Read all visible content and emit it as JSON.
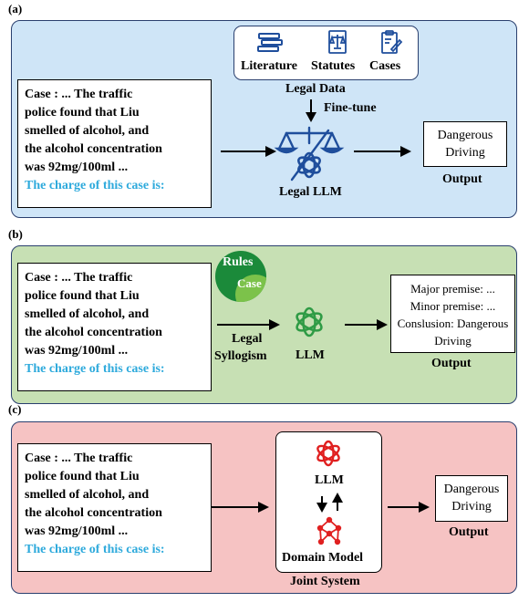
{
  "panels": {
    "a": {
      "label": "(a)",
      "case_lines": [
        "Case : ... The traffic",
        "police found that Liu",
        "smelled of alcohol, and",
        "the alcohol concentration",
        "was 92mg/100ml ..."
      ],
      "question": "The charge of  this case is:",
      "data_items": [
        "Literature",
        "Statutes",
        "Cases"
      ],
      "legal_data_label": "Legal Data",
      "finetune_label": "Fine-tune",
      "model_label": "Legal LLM",
      "output_lines": [
        "Dangerous",
        "Driving"
      ],
      "output_label": "Output"
    },
    "b": {
      "label": "(b)",
      "case_lines": [
        "Case : ... The traffic",
        "police found that Liu",
        "smelled of alcohol, and",
        "the alcohol concentration",
        "was 92mg/100ml ..."
      ],
      "question": "The charge of  this case is:",
      "rules_label": "Rules",
      "case_label": "Case",
      "syllogism_lines": [
        "Legal",
        "Syllogism"
      ],
      "model_label": "LLM",
      "output_lines": [
        "Major premise: ...",
        "Minor premise: ...",
        "Conslusion: Dangerous",
        "Driving"
      ],
      "output_label": "Output"
    },
    "c": {
      "label": "(c)",
      "case_lines": [
        "Case : ... The traffic",
        "police found that Liu",
        "smelled of alcohol, and",
        "the alcohol concentration",
        "was 92mg/100ml ..."
      ],
      "question": "The charge of  this case is:",
      "llm_label": "LLM",
      "domain_label": "Domain Model",
      "system_label": "Joint System",
      "output_lines": [
        "Dangerous",
        "Driving"
      ],
      "output_label": "Output"
    }
  },
  "colors": {
    "panel_a_bg": "#cfe5f7",
    "panel_b_bg": "#c7e0b4",
    "panel_c_bg": "#f6c3c3",
    "question_text": "#2eaadc",
    "icon_blue": "#1f4e9c",
    "rules_green": "#1b8a3a",
    "case_green": "#7cc24a",
    "openai_red": "#e02020"
  },
  "icons": [
    "books-icon",
    "statutes-icon",
    "cases-icon",
    "scales-icon",
    "openai-icon",
    "network-icon"
  ]
}
